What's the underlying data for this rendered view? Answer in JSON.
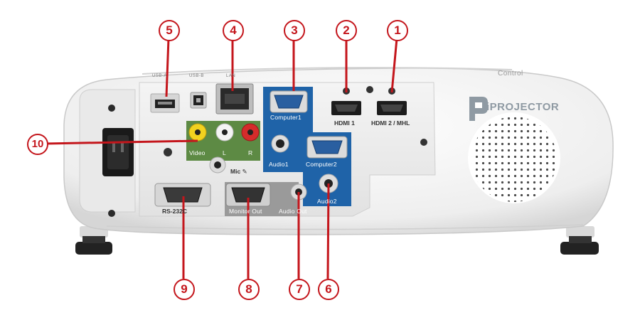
{
  "brand": {
    "name": "iPROJECTOR",
    "colors": {
      "callout": "#c4161c",
      "port_panel_blue": "#1f63a8",
      "port_panel_green": "#5d8a44",
      "port_panel_grey": "#9a9a9a"
    }
  },
  "top_labels": {
    "usb_a": "USB-A",
    "usb_b": "USB-B",
    "lan": "LAN",
    "control": "Control"
  },
  "port_labels": {
    "computer1": "Computer1",
    "computer2": "Computer2",
    "audio1": "Audio1",
    "audio2": "Audio2",
    "hdmi1": "HDMI 1",
    "hdmi2": "HDMI 2 / MHL",
    "video": "Video",
    "left": "L",
    "right": "R",
    "mic": "Mic",
    "rs232c": "RS-232C",
    "monitor_out": "Monitor Out",
    "audio_out": "Audio Out"
  },
  "callouts": [
    {
      "id": "c1",
      "label": "1"
    },
    {
      "id": "c2",
      "label": "2"
    },
    {
      "id": "c3",
      "label": "3"
    },
    {
      "id": "c4",
      "label": "4"
    },
    {
      "id": "c5",
      "label": "5"
    },
    {
      "id": "c6",
      "label": "6"
    },
    {
      "id": "c7",
      "label": "7"
    },
    {
      "id": "c8",
      "label": "8"
    },
    {
      "id": "c9",
      "label": "9"
    },
    {
      "id": "c10",
      "label": "10"
    }
  ]
}
